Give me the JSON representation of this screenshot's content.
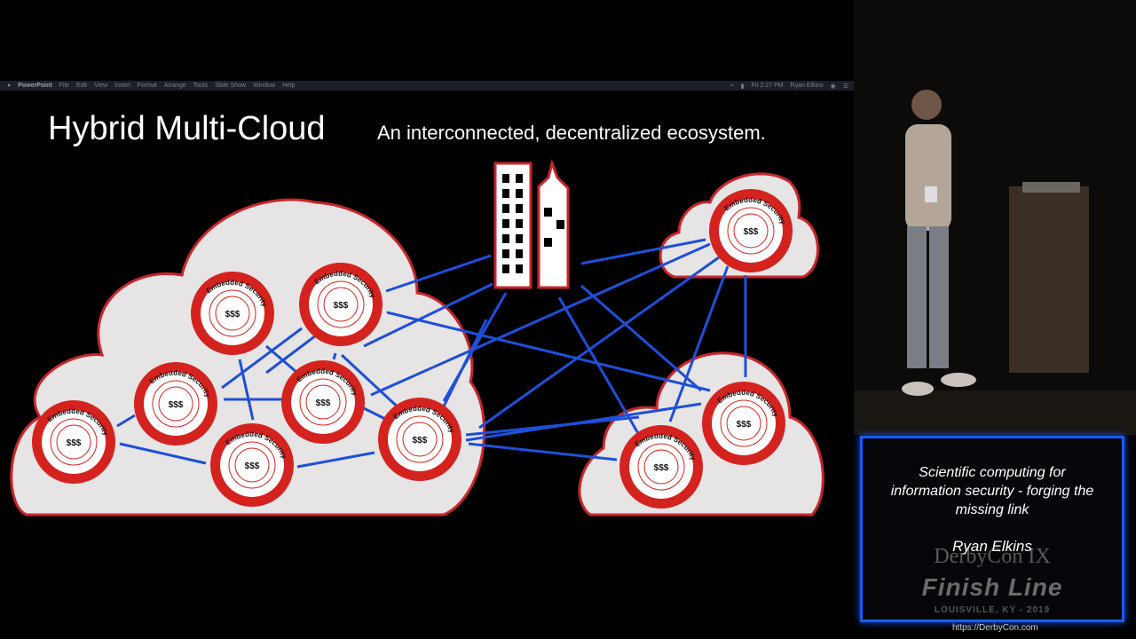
{
  "menubar": {
    "app_name": "PowerPoint",
    "items": [
      "File",
      "Edit",
      "View",
      "Insert",
      "Format",
      "Arrange",
      "Tools",
      "Slide Show",
      "Window",
      "Help"
    ],
    "clock": "Fri 2:27 PM",
    "user": "Ryan Elkins"
  },
  "slide": {
    "title": "Hybrid Multi-Cloud",
    "subtitle": "An interconnected, decentralized ecosystem.",
    "node_ring_text": "Embedded Security",
    "node_value": "$$$"
  },
  "badge": {
    "talk_title_lines": [
      "Scientific computing for",
      "information security - forging the",
      "missing link"
    ],
    "speaker": "Ryan Elkins",
    "logo": "DerbyCon IX",
    "event": "Finish Line",
    "location": "LOUISVILLE, KY - 2019"
  },
  "footer": {
    "url": "https://DerbyCon.com"
  },
  "colors": {
    "cloud_fill": "#e6e4e4",
    "cloud_stroke": "#c8262a",
    "node_red": "#d4231f",
    "link_blue": "#1f4fd9",
    "badge_border": "#1a5aff"
  }
}
